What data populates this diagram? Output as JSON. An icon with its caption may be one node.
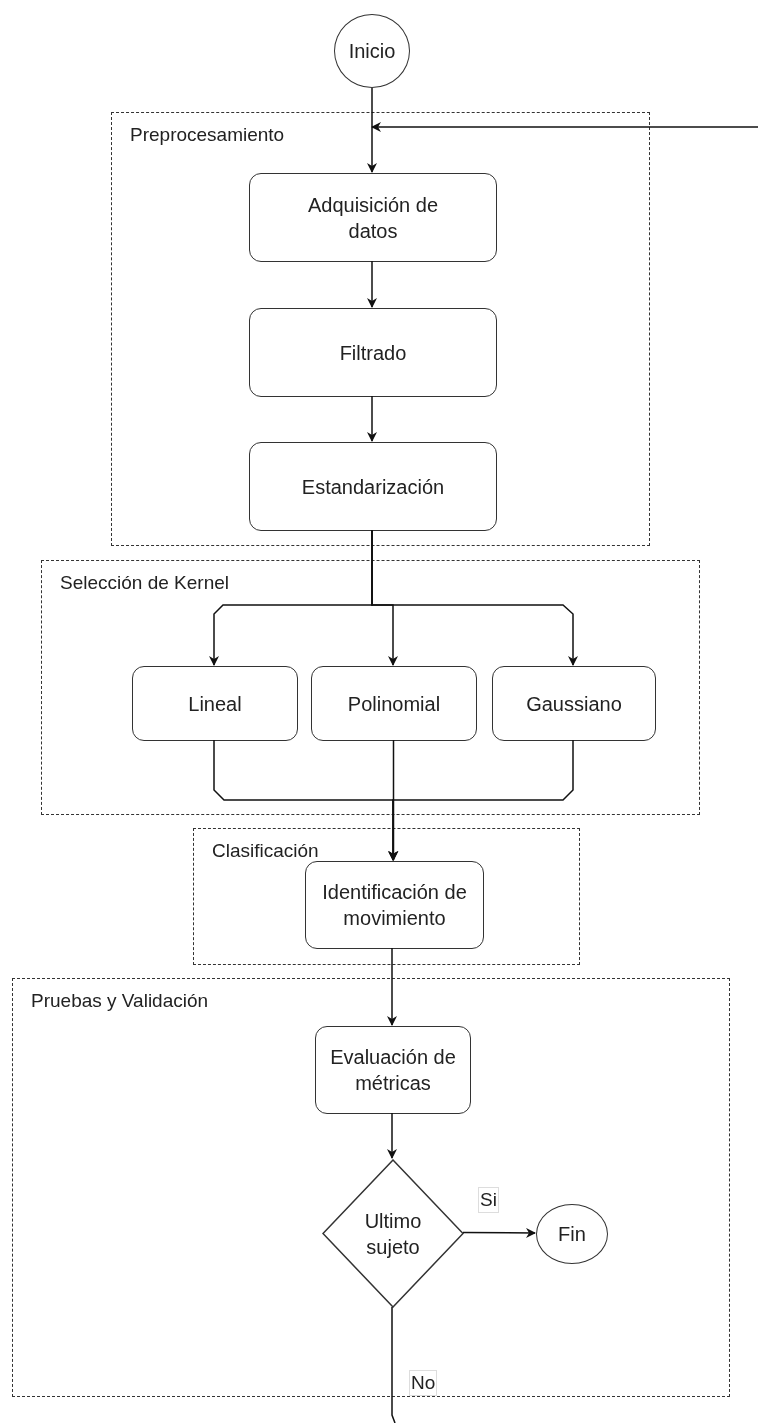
{
  "diagram": {
    "nodes": [
      {
        "text": [
          "Inicio"
        ]
      },
      {
        "text": [
          "Preprocesamiento"
        ]
      },
      {
        "text": [
          "Adquisición de datos"
        ],
        "in": 1
      },
      {
        "text": [
          "Filtrado"
        ],
        "in": 1
      },
      {
        "text": [
          "Estandarización"
        ],
        "in": 1
      },
      {
        "text": [
          "Selección de Kernel"
        ]
      },
      {
        "text": [
          "Lineal"
        ],
        "in": 5
      },
      {
        "text": [
          "Polinomial"
        ],
        "in": 5
      },
      {
        "text": [
          "Gaussiano"
        ],
        "in": 5
      },
      {
        "text": [
          "Clasificación"
        ]
      },
      {
        "text": [
          "Identificación de movimiento"
        ],
        "in": 9
      },
      {
        "text": [
          "Pruebas y Validación"
        ]
      },
      {
        "text": [
          "Evaluación de métricas"
        ],
        "in": 11
      },
      {
        "text": [
          "Ultimo sujeto"
        ],
        "in": 11
      },
      {
        "text": [
          "Fin"
        ],
        "in": 11
      }
    ],
    "edges": [
      {
        "from": 0,
        "to": 2,
        "arrow": "to"
      },
      {
        "from": null,
        "to": 2,
        "arrow": "to"
      },
      {
        "from": 2,
        "to": 3,
        "arrow": "to"
      },
      {
        "from": 3,
        "to": 4,
        "arrow": "to"
      },
      {
        "from": 4,
        "to": 6,
        "arrow": "to"
      },
      {
        "from": 4,
        "to": 7,
        "arrow": "to"
      },
      {
        "from": 4,
        "to": 8,
        "arrow": "to"
      },
      {
        "from": 6,
        "to": 10,
        "arrow": "to"
      },
      {
        "from": 7,
        "to": 10,
        "arrow": "to"
      },
      {
        "from": 8,
        "to": 10,
        "arrow": "to"
      },
      {
        "from": 10,
        "to": 12,
        "arrow": "to"
      },
      {
        "from": 12,
        "to": 13,
        "arrow": "to"
      },
      {
        "from": 13,
        "to": 14,
        "arrow": "to",
        "label": "Si"
      },
      {
        "from": 13,
        "to": null,
        "arrow": "none",
        "label": "No"
      }
    ]
  }
}
